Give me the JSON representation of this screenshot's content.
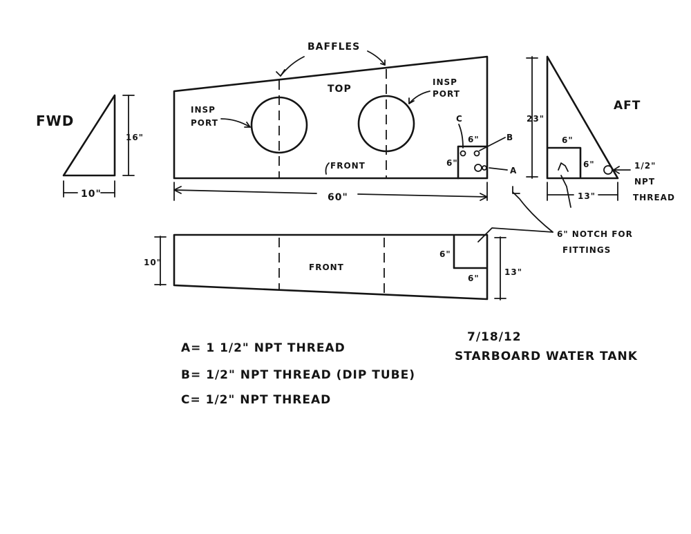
{
  "labels": {
    "baffles": "BAFFLES",
    "top": "TOP",
    "insp_port_left_1": "INSP",
    "insp_port_left_2": "PORT",
    "insp_port_right_1": "INSP",
    "insp_port_right_2": "PORT",
    "front_top_view": "FRONT",
    "front_side_view": "FRONT",
    "fwd": "FWD",
    "aft": "AFT",
    "notch_1": "6\" NOTCH FOR",
    "notch_2": "FITTINGS",
    "fitting_a": "A",
    "fitting_b": "B",
    "fitting_c": "C",
    "aft_npt_1": "1/2\"",
    "aft_npt_2": "NPT",
    "aft_npt_3": "THREAD"
  },
  "dimensions": {
    "fwd_width": "10\"",
    "fwd_height": "16\"",
    "top_length": "60\"",
    "top_notch_w": "6\"",
    "top_notch_h": "6\"",
    "aft_height": "23\"",
    "aft_width": "13\"",
    "aft_notch_w": "6\"",
    "aft_notch_h": "6\"",
    "side_left_h": "10\"",
    "side_right_h": "13\"",
    "side_notch_w": "6\"",
    "side_notch_h": "6\""
  },
  "legend": {
    "a": "A= 1 1/2\" NPT THREAD",
    "b": "B= 1/2\" NPT THREAD (DIP TUBE)",
    "c": "C= 1/2\" NPT THREAD"
  },
  "title": {
    "date": "7/18/12",
    "name": "STARBOARD WATER TANK"
  }
}
